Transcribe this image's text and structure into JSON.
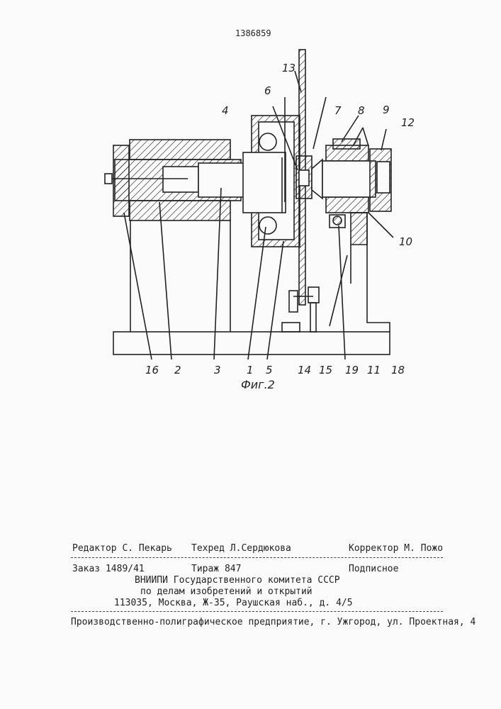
{
  "patent_number": "1386859",
  "figure": {
    "caption": "Фиг.2",
    "labels": [
      "16",
      "2",
      "3",
      "1",
      "5",
      "14",
      "15",
      "19",
      "11",
      "18",
      "4",
      "6",
      "13",
      "7",
      "8",
      "9",
      "12",
      "10"
    ]
  },
  "imprint": {
    "editor": "Редактор  С. Пекарь",
    "techred": "Техред Л.Сердюкова",
    "corrector": "Корректор М. Пожо",
    "order": "Заказ 1489/41",
    "circulation": "Тираж 847",
    "subscription": "Подписное",
    "org_line1": "ВНИИПИ Государственного комитета СССР",
    "org_line2": "по делам изобретений и открытий",
    "address": "113035, Москва, Ж-35, Раушская наб., д. 4/5",
    "printer": "Производственно-полиграфическое предприятие, г. Ужгород, ул. Проектная, 4"
  }
}
